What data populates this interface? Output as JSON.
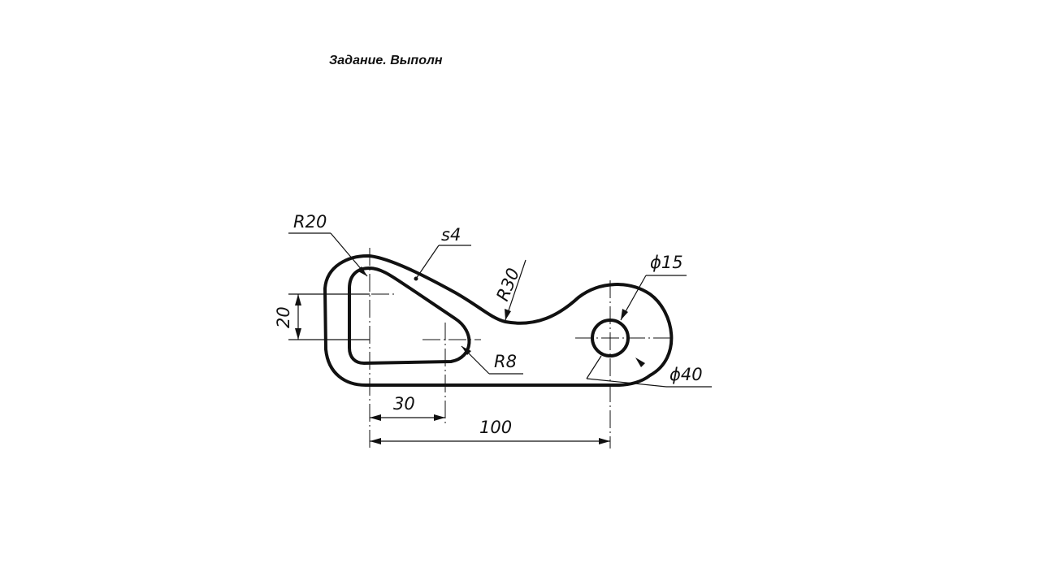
{
  "header": {
    "title": "Задание. Выполн"
  },
  "drawing": {
    "labels": {
      "r20": "R20",
      "s4": "s4",
      "r30": "R30",
      "d15": "ϕ15",
      "d40": "ϕ40",
      "r8": "R8",
      "h20": "20",
      "w30": "30",
      "w100": "100"
    },
    "colors": {
      "ink": "#111111",
      "paper": "#ffffff"
    }
  }
}
